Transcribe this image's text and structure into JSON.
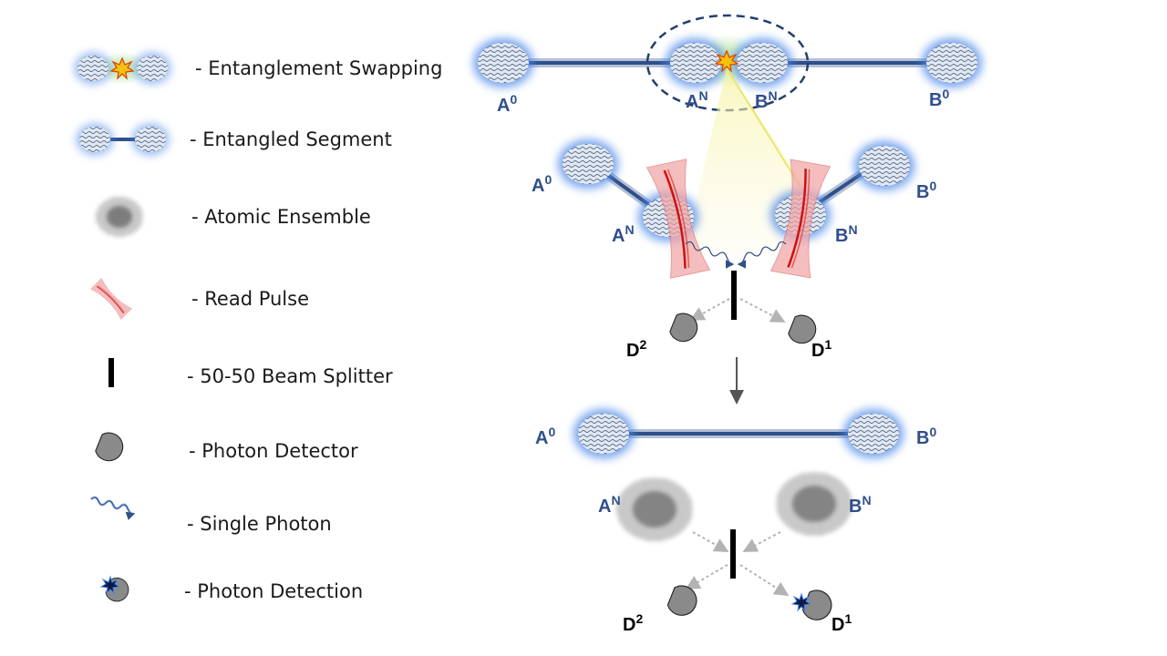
{
  "legend": [
    {
      "icon": "entanglement-swapping-icon",
      "label": "- Entanglement Swapping"
    },
    {
      "icon": "entangled-segment-icon",
      "label": "- Entangled Segment"
    },
    {
      "icon": "atomic-ensemble-icon",
      "label": "- Atomic Ensemble"
    },
    {
      "icon": "read-pulse-icon",
      "label": "- Read Pulse"
    },
    {
      "icon": "beam-splitter-icon",
      "label": "- 50-50 Beam Splitter"
    },
    {
      "icon": "photon-detector-icon",
      "label": "- Photon Detector"
    },
    {
      "icon": "single-photon-icon",
      "label": "- Single Photon"
    },
    {
      "icon": "photon-detection-icon",
      "label": "- Photon Detection"
    }
  ],
  "nodes": {
    "a_base": "A",
    "a_near": "A",
    "b_base": "B",
    "b_near": "B",
    "sup_zero": "0",
    "sup_n": "N"
  },
  "detectors": {
    "d_base": "D",
    "sup_two": "2",
    "sup_one": "1"
  },
  "colors": {
    "ensemble_fill": "#d8e4f2",
    "glow": "#4a86e8",
    "link": "#2f4f8a",
    "read_pulse": "#e05a5a",
    "detector": "#8a8a8a"
  }
}
